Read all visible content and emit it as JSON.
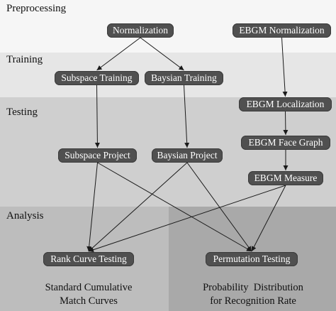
{
  "stages": {
    "preprocessing": "Preprocessing",
    "training": "Training",
    "testing": "Testing",
    "analysis": "Analysis"
  },
  "nodes": {
    "normalization": "Normalization",
    "ebgm_normalization": "EBGM Normalization",
    "subspace_training": "Subspace Training",
    "baysian_training": "Baysian Training",
    "ebgm_localization": "EBGM Localization",
    "ebgm_face_graph": "EBGM Face Graph",
    "subspace_project": "Subspace Project",
    "baysian_project": "Baysian Project",
    "ebgm_measure": "EBGM Measure",
    "rank_curve_testing": "Rank Curve Testing",
    "permutation_testing": "Permutation Testing"
  },
  "captions": {
    "rank_line1": "Standard Cumulative",
    "rank_line2": "Match Curves",
    "perm_line1": "Probability  Distribution",
    "perm_line2": "for Recognition Rate"
  },
  "edges": [
    [
      "normalization",
      "subspace_training"
    ],
    [
      "normalization",
      "baysian_training"
    ],
    [
      "ebgm_normalization",
      "ebgm_localization"
    ],
    [
      "subspace_training",
      "subspace_project"
    ],
    [
      "baysian_training",
      "baysian_project"
    ],
    [
      "ebgm_localization",
      "ebgm_face_graph"
    ],
    [
      "ebgm_face_graph",
      "ebgm_measure"
    ],
    [
      "subspace_project",
      "rank_curve_testing"
    ],
    [
      "subspace_project",
      "permutation_testing"
    ],
    [
      "baysian_project",
      "rank_curve_testing"
    ],
    [
      "baysian_project",
      "permutation_testing"
    ],
    [
      "ebgm_measure",
      "rank_curve_testing"
    ],
    [
      "ebgm_measure",
      "permutation_testing"
    ]
  ],
  "colors": {
    "node_fill": "#505050",
    "node_text": "#ffffff",
    "arrow": "#1a1a1a"
  }
}
